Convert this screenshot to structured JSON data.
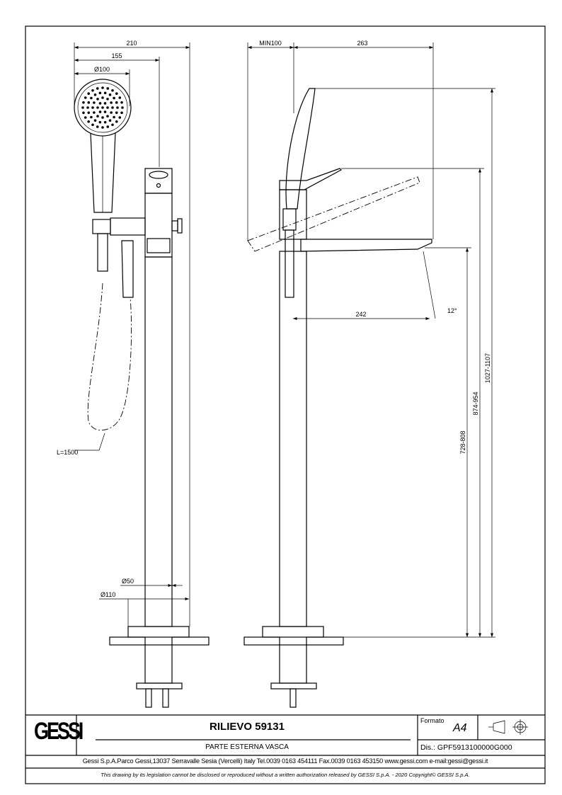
{
  "dimensions": {
    "overall_width": "210",
    "shower_to_body": "155",
    "head_diameter": "Ø100",
    "min_clearance": "MIN100",
    "spout_reach": "263",
    "spout_projection": "242",
    "spout_angle": "12°",
    "height_shower": "1027-1107",
    "height_body": "874-954",
    "height_spout": "728-808",
    "hose_length": "L=1500",
    "column_diameter": "Ø50",
    "base_diameter": "Ø110"
  },
  "title_block": {
    "logo": "GESSI",
    "title": "RILIEVO 59131",
    "subtitle": "PARTE ESTERNA VASCA",
    "format_label": "Formato",
    "format_value": "A4",
    "drawing_number": "Dis.: GPF5913100000G000",
    "address": "Gessi S.p.A.Parco Gessi,13037 Serravalle Sesia (Vercelli) Italy Tel.0039 0163 454111 Fax.0039 0163 453150 www.gessi.com e-mail:gessi@gessi.it",
    "copyright": "This drawing by its legislation cannot be disclosed or reproduced without a written authorization released by GESSI S.p.A. - 2020 Copyright© GESSI S.p.A."
  }
}
